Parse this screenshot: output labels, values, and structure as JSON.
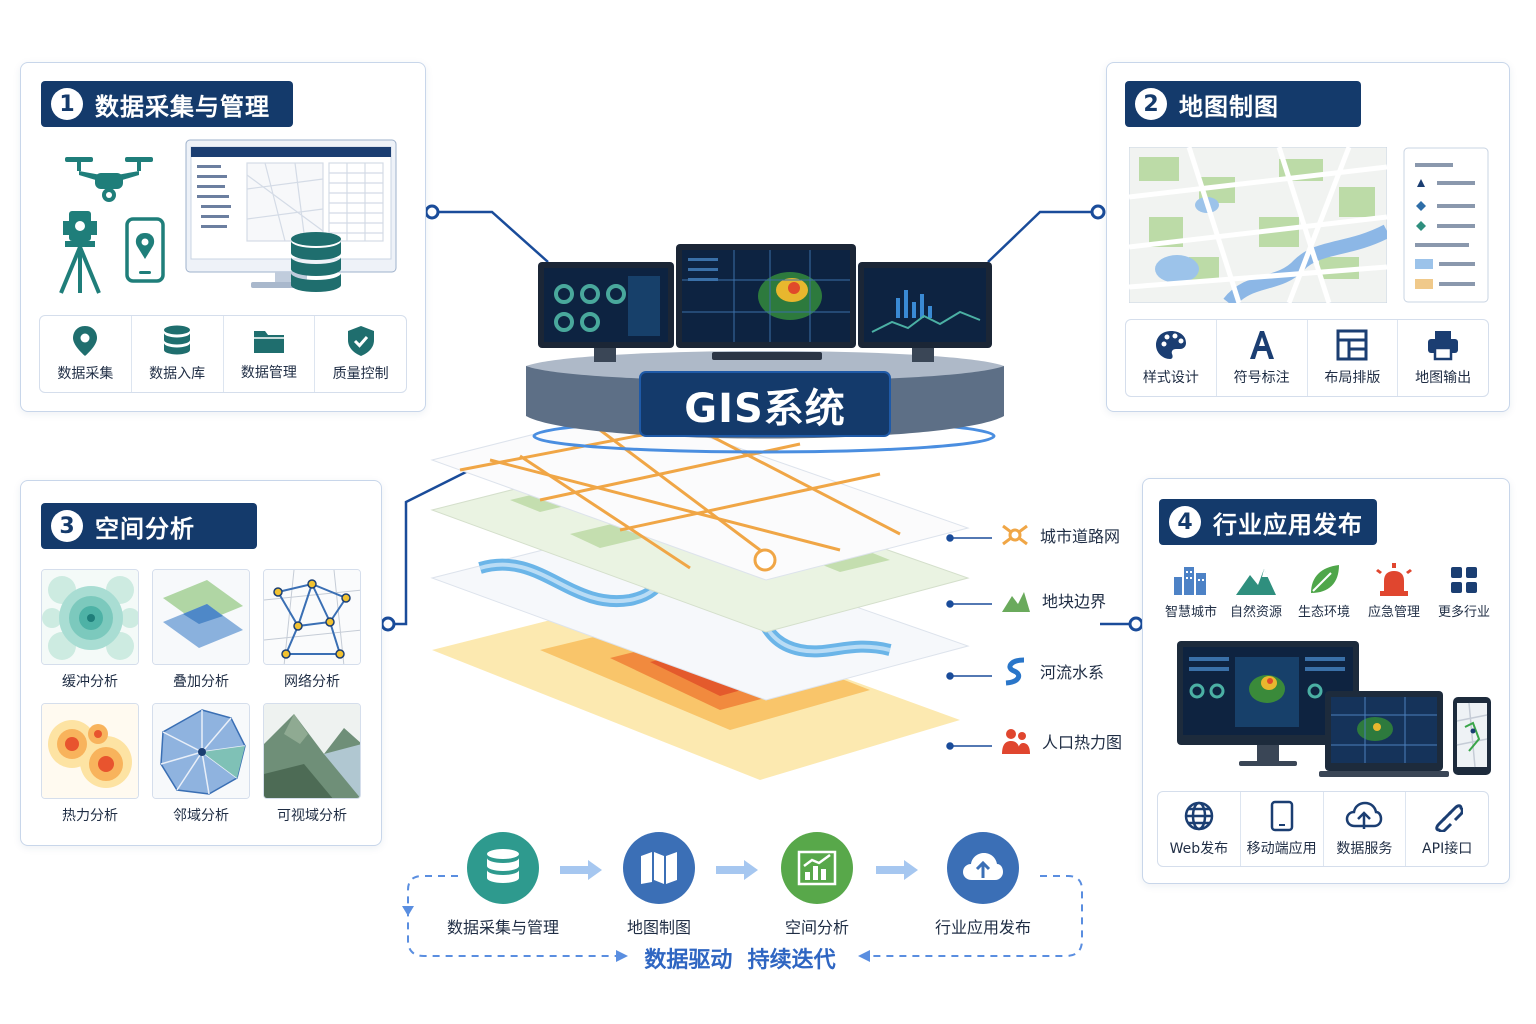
{
  "center": {
    "title": "GIS系统"
  },
  "panel1": {
    "num": "1",
    "title": "数据采集与管理",
    "items": [
      {
        "icon": "map-pin-icon",
        "label": "数据采集"
      },
      {
        "icon": "database-icon",
        "label": "数据入库"
      },
      {
        "icon": "folder-icon",
        "label": "数据管理"
      },
      {
        "icon": "shield-check-icon",
        "label": "质量控制"
      }
    ]
  },
  "panel2": {
    "num": "2",
    "title": "地图制图",
    "items": [
      {
        "icon": "palette-icon",
        "label": "样式设计"
      },
      {
        "icon": "letter-a-icon",
        "label": "符号标注"
      },
      {
        "icon": "layout-icon",
        "label": "布局排版"
      },
      {
        "icon": "printer-icon",
        "label": "地图输出"
      }
    ]
  },
  "panel3": {
    "num": "3",
    "title": "空间分析",
    "tiles": [
      {
        "icon": "buffer-analysis-icon",
        "label": "缓冲分析"
      },
      {
        "icon": "overlay-analysis-icon",
        "label": "叠加分析"
      },
      {
        "icon": "network-analysis-icon",
        "label": "网络分析"
      },
      {
        "icon": "heat-analysis-icon",
        "label": "热力分析"
      },
      {
        "icon": "neighborhood-analysis-icon",
        "label": "邻域分析"
      },
      {
        "icon": "viewshed-analysis-icon",
        "label": "可视域分析"
      }
    ]
  },
  "panel4": {
    "num": "4",
    "title": "行业应用发布",
    "industries": [
      {
        "icon": "smart-city-icon",
        "label": "智慧城市"
      },
      {
        "icon": "mountain-icon",
        "label": "自然资源"
      },
      {
        "icon": "leaf-icon",
        "label": "生态环境"
      },
      {
        "icon": "alarm-icon",
        "label": "应急管理"
      },
      {
        "icon": "grid-icon",
        "label": "更多行业"
      }
    ],
    "publish": [
      {
        "icon": "globe-icon",
        "label": "Web发布"
      },
      {
        "icon": "mobile-icon",
        "label": "移动端应用"
      },
      {
        "icon": "cloud-upload-icon",
        "label": "数据服务"
      },
      {
        "icon": "link-icon",
        "label": "API接口"
      }
    ]
  },
  "layers": [
    {
      "icon": "road-network-icon",
      "label": "城市道路网"
    },
    {
      "icon": "parcel-boundary-icon",
      "label": "地块边界"
    },
    {
      "icon": "river-icon",
      "label": "河流水系"
    },
    {
      "icon": "population-icon",
      "label": "人口热力图"
    }
  ],
  "flow": {
    "steps": [
      {
        "icon": "database-icon",
        "label": "数据采集与管理",
        "color": "#2e9a8e"
      },
      {
        "icon": "map-icon",
        "label": "地图制图",
        "color": "#3b6fb6"
      },
      {
        "icon": "chart-icon",
        "label": "空间分析",
        "color": "#58a84a"
      },
      {
        "icon": "cloud-upload-icon",
        "label": "行业应用发布",
        "color": "#3b6fb6"
      }
    ],
    "cycle": "数据驱动  持续迭代"
  }
}
